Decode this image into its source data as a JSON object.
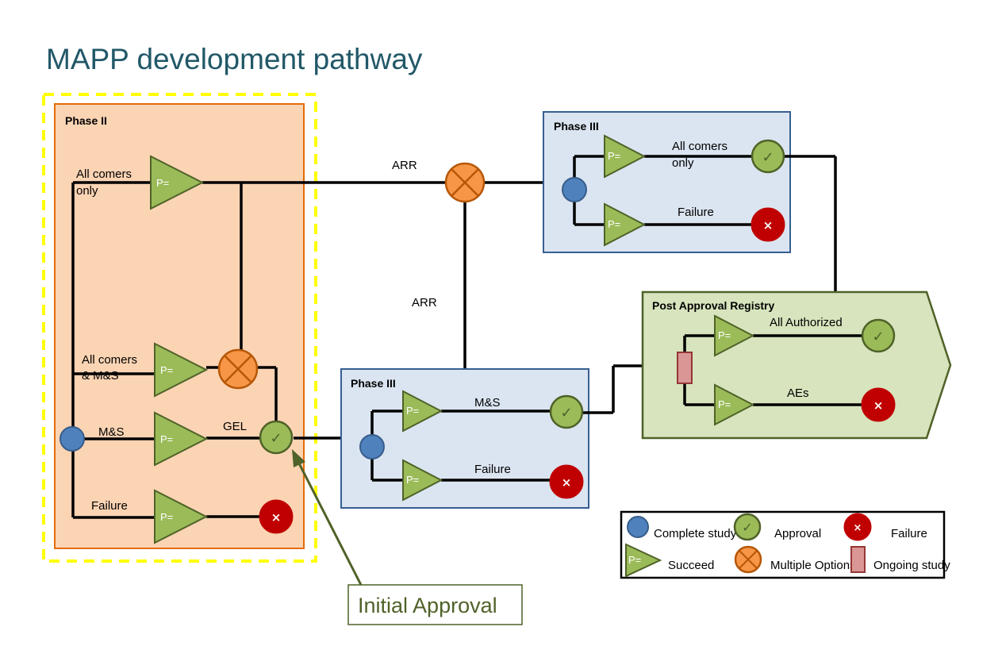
{
  "title": "MAPP development pathway",
  "colors": {
    "title": "#215868",
    "phase2_fill": "#fbd4b4",
    "phase2_border": "#e36c09",
    "phase3_fill": "#dbe5f1",
    "phase3_border": "#365f91",
    "registry_fill": "#d7e4bd",
    "registry_border": "#4f6228",
    "highlight_dash": "#ffff00",
    "succeed": "#9bbb59",
    "failure": "#c00000",
    "multiple": "#f79646",
    "complete": "#4f81bd",
    "ongoing": "#d99694"
  },
  "triangle_label": "P=",
  "approval_mark": "✓",
  "failure_mark": "×",
  "phase2": {
    "title": "Phase II",
    "labels": {
      "all_comers_only": [
        "All comers",
        "only"
      ],
      "all_comers_ms": [
        "All comers",
        "& M&S"
      ],
      "ms": "M&S",
      "failure": "Failure",
      "gel": "GEL"
    }
  },
  "connectors": {
    "arr_top": "ARR",
    "arr_vertical": "ARR"
  },
  "phase3_top": {
    "title": "Phase III",
    "labels": {
      "all_comers_only": [
        "All comers",
        "only"
      ],
      "failure": "Failure"
    }
  },
  "phase3_bottom": {
    "title": "Phase III",
    "labels": {
      "ms": "M&S",
      "failure": "Failure"
    }
  },
  "registry": {
    "title": "Post Approval Registry",
    "labels": {
      "all_authorized": "All Authorized",
      "aes": "AEs"
    }
  },
  "legend": {
    "complete_study": "Complete study",
    "approval": "Approval",
    "failure": "Failure",
    "succeed": "Succeed",
    "multiple_options": "Multiple Options",
    "ongoing_study": "Ongoing study"
  },
  "callout": {
    "initial_approval": "Initial Approval"
  }
}
